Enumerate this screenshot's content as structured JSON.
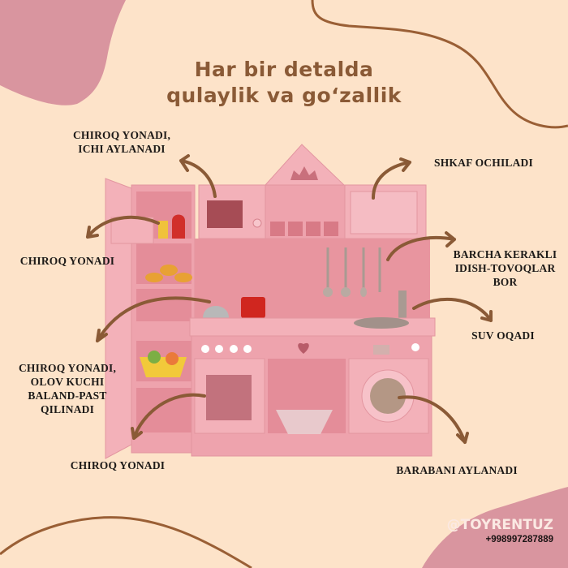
{
  "title": {
    "line1": "Har bir detalda",
    "line2": "qulaylik va go‘zallik"
  },
  "callouts": [
    {
      "id": "microwave",
      "lines": [
        "CHIROQ YONADI,",
        "ICHI AYLANADI"
      ]
    },
    {
      "id": "cabinet",
      "lines": [
        "SHKAF OCHILADI"
      ]
    },
    {
      "id": "fridge-light",
      "lines": [
        "CHIROQ YONADI"
      ]
    },
    {
      "id": "utensils",
      "lines": [
        "BARCHA KERAKLI",
        "IDISH-TOVOQLAR",
        "BOR"
      ]
    },
    {
      "id": "faucet",
      "lines": [
        "SUV OQADI"
      ]
    },
    {
      "id": "stove",
      "lines": [
        "CHIROQ YONADI,",
        "OLOV KUCHI",
        "BALAND-PAST",
        "QILINADI"
      ]
    },
    {
      "id": "oven",
      "lines": [
        "CHIROQ YONADI"
      ]
    },
    {
      "id": "washer",
      "lines": [
        "BARABANI AYLANADI"
      ]
    }
  ],
  "brand": {
    "handle": "@TOYRENTUZ",
    "phone": "+998997287889"
  },
  "colors": {
    "background": "#fde3c9",
    "blob": "#d9959f",
    "accent_brown": "#8a5a36",
    "line_brown": "#9a5f35",
    "kitchen_pink": "#eea3ad",
    "text_dark": "#1d1a18"
  }
}
